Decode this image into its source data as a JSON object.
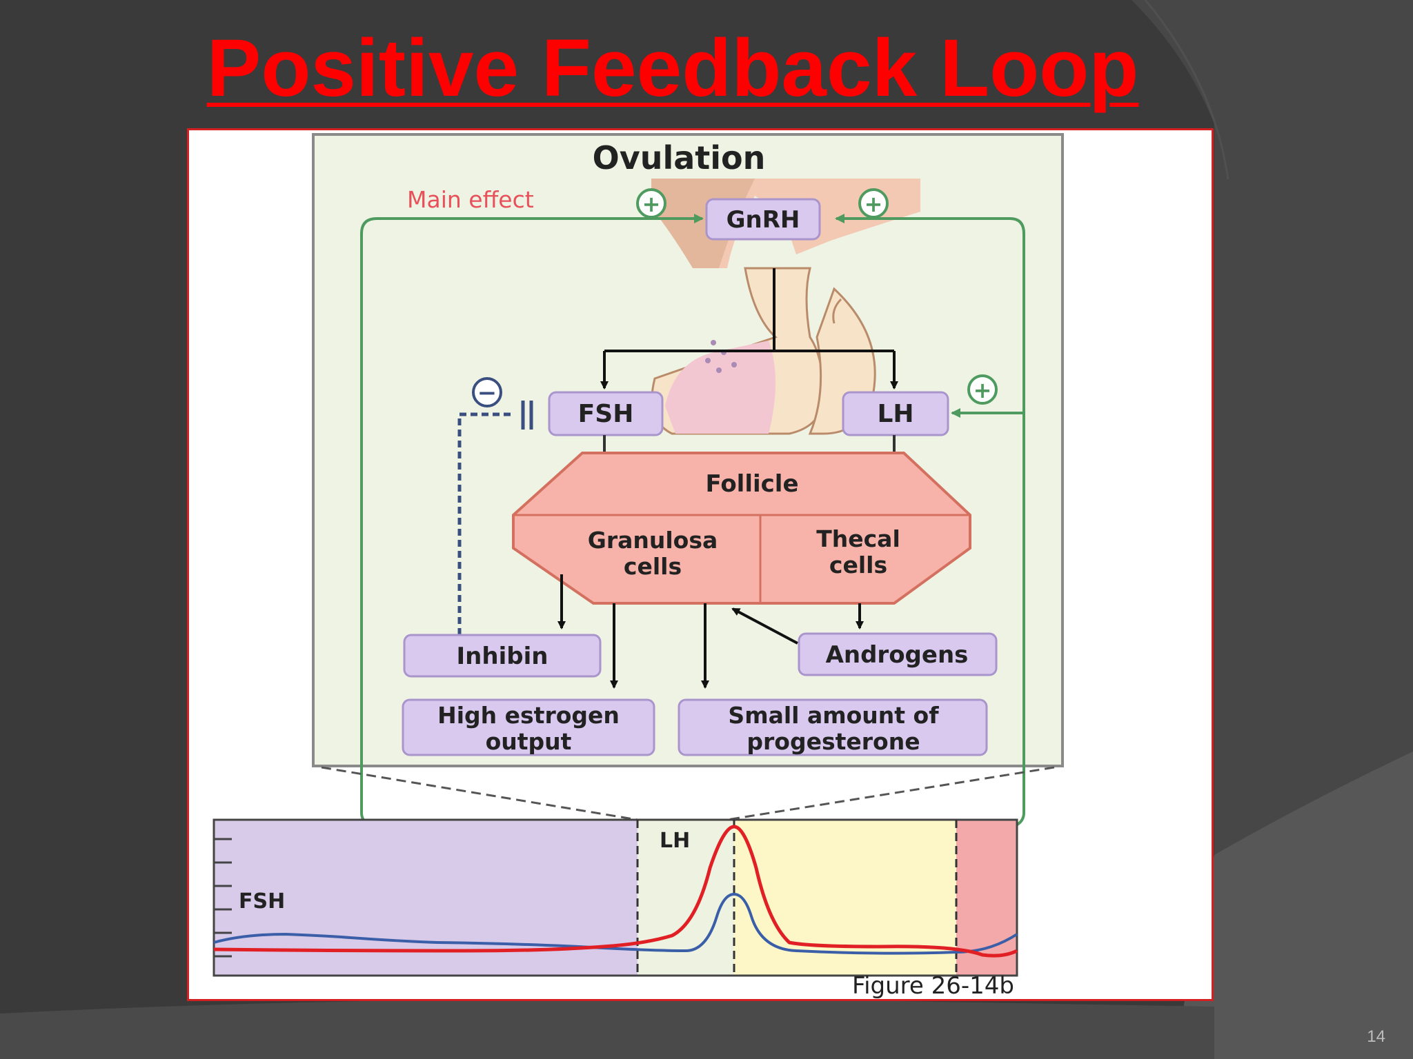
{
  "slide": {
    "title": "Positive Feedback Loop",
    "page_number": "14"
  },
  "diagram": {
    "panel_title": "Ovulation",
    "main_effect_label": "Main effect",
    "nodes": {
      "gnrh": "GnRH",
      "fsh": "FSH",
      "lh": "LH",
      "follicle": "Follicle",
      "granulosa_line1": "Granulosa",
      "granulosa_line2": "cells",
      "thecal_line1": "Thecal",
      "thecal_line2": "cells",
      "inhibin": "Inhibin",
      "androgens": "Androgens",
      "estrogen_line1": "High estrogen",
      "estrogen_line2": "output",
      "progesterone_line1": "Small amount of",
      "progesterone_line2": "progesterone"
    },
    "signs": {
      "plus": "+",
      "minus": "−"
    },
    "graph": {
      "lh_label": "LH",
      "fsh_label": "FSH"
    },
    "figure_caption": "Figure 26-14b"
  },
  "colors": {
    "title_red": "#ff0000",
    "hormone_box": "#d9c9ee",
    "follicle_fill": "#f7b3a9",
    "panel_bg": "#eef3e4",
    "feedback_green": "#4e9a5f",
    "lh_curve": "#e02025",
    "fsh_curve": "#3a5ea8"
  }
}
